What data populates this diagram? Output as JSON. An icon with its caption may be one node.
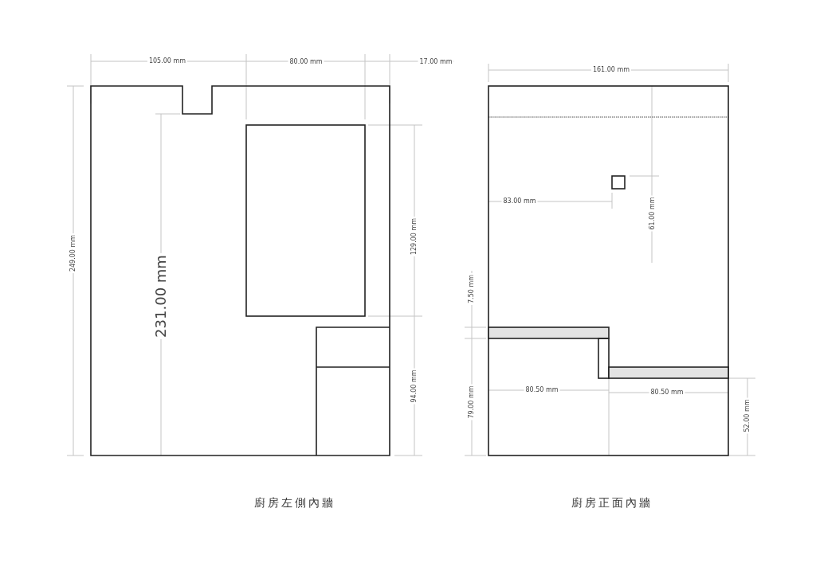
{
  "diagram": {
    "labels": [
      "105.00 mm",
      "80.00 mm",
      "17.00 mm",
      "161.00 mm",
      "249.00 mm",
      "231.00 mm",
      "129.00 mm",
      "83.00 mm",
      "61.00 mm",
      "7.50 mm",
      "94.00 mm",
      "80.50 mm",
      "80.50 mm",
      "79.00 mm",
      "52.00 mm",
      "廚房左側內牆",
      "廚房正面內牆"
    ]
  }
}
